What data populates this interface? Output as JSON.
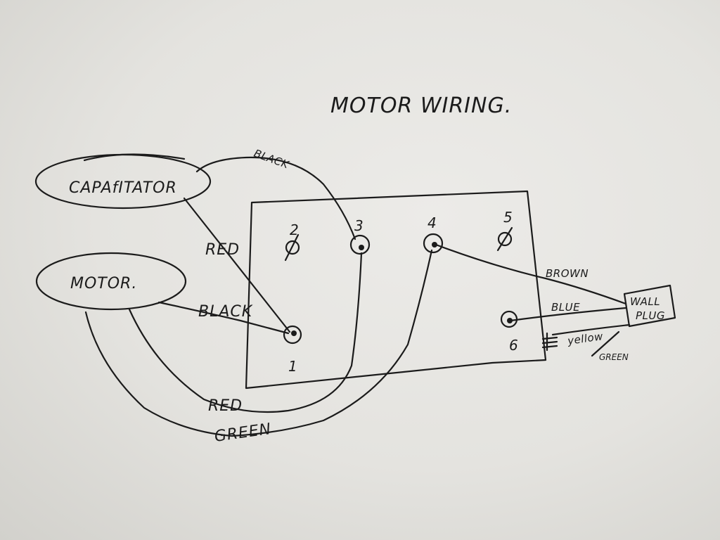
{
  "title": "MOTOR WIRING.",
  "components": {
    "capacitor": "CAPAfITATOR",
    "motor": "MOTOR.",
    "wall_plug_line1": "WALL",
    "wall_plug_line2": "PLUG"
  },
  "terminals": {
    "t1": "1",
    "t2": "2",
    "t3": "3",
    "t4": "4",
    "t5": "5",
    "t6": "6"
  },
  "wire_labels": {
    "cap_to_3": "BLACK",
    "cap_to_1": "RED",
    "motor_to_1": "BLACK",
    "motor_to_3": "RED",
    "motor_to_4": "GREEN",
    "plug_to_4": "BROWN",
    "plug_to_6": "BLUE",
    "earth_1": "yellow",
    "earth_2": "GREEN"
  }
}
